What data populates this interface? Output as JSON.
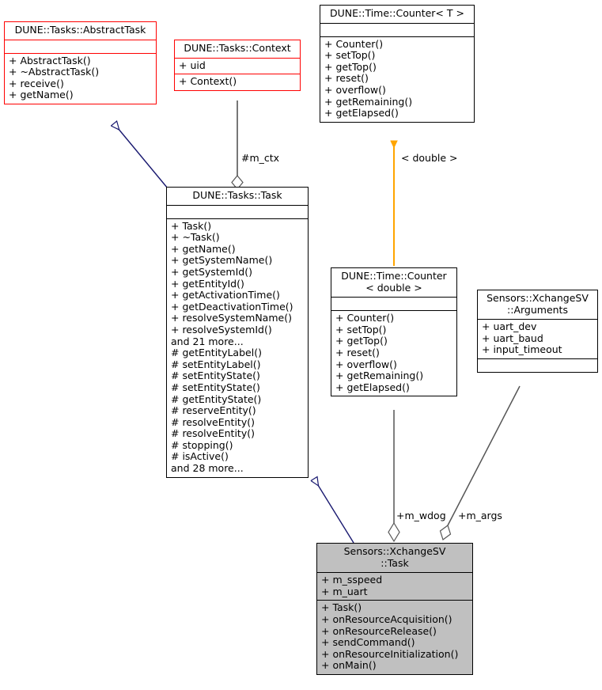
{
  "diagram": {
    "title": "UML class inheritance and collaboration diagram",
    "colors": {
      "node_border_default": "#000000",
      "node_border_highlight": "#ff0000",
      "node_fill_current": "#c0c0c0",
      "inheritance_edge": "#191970",
      "template_edge": "#ffa500",
      "usage_edge": "#555555"
    }
  },
  "nodes": {
    "abstract_task": {
      "name": "DUNE::Tasks::AbstractTask",
      "attributes": "",
      "operations": "+ AbstractTask()\n+ ~AbstractTask()\n+ receive()\n+ getName()"
    },
    "context": {
      "name": "DUNE::Tasks::Context",
      "attributes": "+ uid",
      "operations": "+ Context()"
    },
    "counter_t": {
      "name": "DUNE::Time::Counter< T >",
      "attributes": "",
      "operations": "+ Counter()\n+ setTop()\n+ getTop()\n+ reset()\n+ overflow()\n+ getRemaining()\n+ getElapsed()"
    },
    "task": {
      "name": "DUNE::Tasks::Task",
      "attributes": "",
      "operations": "+ Task()\n+ ~Task()\n+ getName()\n+ getSystemName()\n+ getSystemId()\n+ getEntityId()\n+ getActivationTime()\n+ getDeactivationTime()\n+ resolveSystemName()\n+ resolveSystemId()\nand 21 more...\n# getEntityLabel()\n# setEntityLabel()\n# setEntityState()\n# setEntityState()\n# getEntityState()\n# reserveEntity()\n# resolveEntity()\n# resolveEntity()\n# stopping()\n# isActive()\nand 28 more..."
    },
    "counter_double": {
      "name": "DUNE::Time::Counter\n< double >",
      "attributes": "",
      "operations": "+ Counter()\n+ setTop()\n+ getTop()\n+ reset()\n+ overflow()\n+ getRemaining()\n+ getElapsed()"
    },
    "arguments": {
      "name": "Sensors::XchangeSV\n::Arguments",
      "attributes": "+ uart_dev\n+ uart_baud\n+ input_timeout",
      "operations": ""
    },
    "xchangesv_task": {
      "name": "Sensors::XchangeSV\n::Task",
      "attributes": "+ m_sspeed\n+ m_uart",
      "operations": "+ Task()\n+ onResourceAcquisition()\n+ onResourceRelease()\n+ sendCommand()\n+ onResourceInitialization()\n+ onMain()"
    }
  },
  "edges": {
    "m_ctx": "#m_ctx",
    "template_binding": "< double >",
    "m_wdog": "+m_wdog",
    "m_args": "+m_args"
  }
}
